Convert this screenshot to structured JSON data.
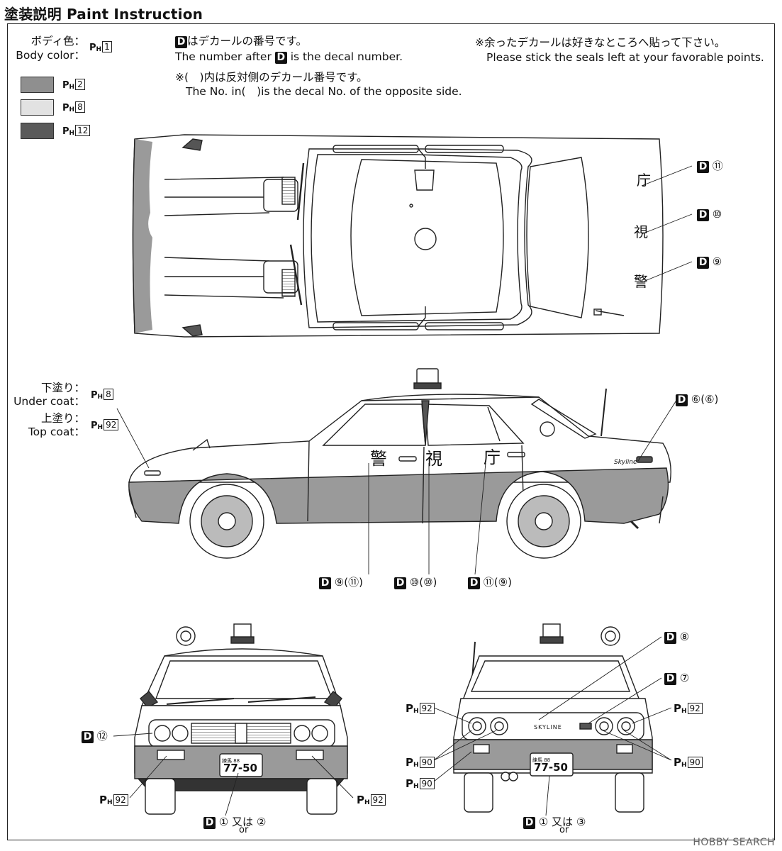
{
  "header": {
    "title_jp": "塗装説明",
    "title_en": "Paint Instruction"
  },
  "body_color": {
    "label_jp": "ボディ色：",
    "label_en": "Body color：",
    "code": "1"
  },
  "swatches": [
    {
      "code": "2",
      "color": "#8f8f8f"
    },
    {
      "code": "8",
      "color": "#e2e2e2"
    },
    {
      "code": "12",
      "color": "#5a5a5a"
    }
  ],
  "notes": {
    "decal_jp_suffix": "はデカールの番号です。",
    "decal_en_prefix": "The number after",
    "decal_en_suffix": "is the decal number.",
    "opposite_jp": "※(　)内は反対側のデカール番号です。",
    "opposite_en": "The No. in(　)is the decal No. of the opposite side.",
    "leftover_jp": "※余ったデカールは好きなところへ貼って下さい。",
    "leftover_en": "Please stick the seals left at your favorable points."
  },
  "coats": {
    "under_jp": "下塗り：",
    "under_en": "Under coat：",
    "under_code": "8",
    "top_jp": "上塗り：",
    "top_en": "Top coat：",
    "top_code": "92"
  },
  "symbols": {
    "D": "D",
    "P": "P",
    "H": "H"
  },
  "top_view": {
    "decal_11": "⑪",
    "decal_10": "⑩",
    "decal_9": "⑨",
    "kanji_1": "庁",
    "kanji_2": "視",
    "kanji_3": "警"
  },
  "side_view": {
    "kanji_1": "警",
    "kanji_2": "視",
    "kanji_3": "庁",
    "emblem": "Skyline",
    "decal_top": "⑥(⑥)",
    "decal_a": "⑨(⑪)",
    "decal_b": "⑩(⑩)",
    "decal_c": "⑪(⑨)"
  },
  "front_view": {
    "decal_12": "⑫",
    "paint_92_left": "92",
    "paint_92_right": "92",
    "plate_top": "練馬 88",
    "plate_num": "77-50",
    "decal_1": "①",
    "or_jp": "又は",
    "or_en": "or",
    "decal_2": "②"
  },
  "rear_view": {
    "decal_8": "⑧",
    "decal_7": "⑦",
    "paint_92_left": "92",
    "paint_92_right": "92",
    "paint_90_left_a": "90",
    "paint_90_left_b": "90",
    "paint_90_right": "90",
    "badge": "SKYLINE",
    "plate_top": "練馬 88",
    "plate_num": "77-50",
    "decal_1": "①",
    "or_jp": "又は",
    "or_en": "or",
    "decal_3": "③"
  },
  "watermark": "HOBBY SEARCH"
}
